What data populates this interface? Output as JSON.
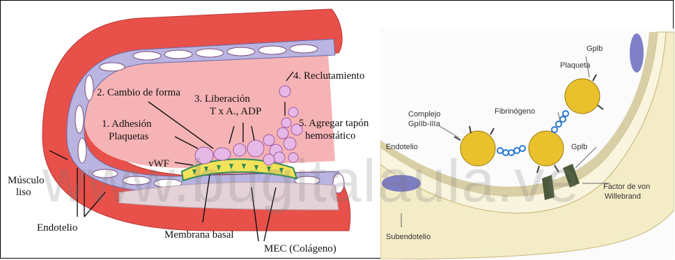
{
  "left_diagram": {
    "labels": {
      "step1_line1": "1. Adhesión",
      "step1_line2": "Plaquetas",
      "step2": "2. Cambio de forma",
      "step3_line1": "3. Liberación",
      "step3_line2": "T x A., ADP",
      "step4": "4. Reclutamiento",
      "step5_line1": "5. Agregar tapón",
      "step5_line2": "hemostático",
      "vwf": "vWF",
      "musculo_line1": "Músculo",
      "musculo_line2": "liso",
      "endotelio": "Endotelio",
      "membrana": "Membrana basal",
      "mec": "MEC (Colágeno)"
    }
  },
  "right_diagram": {
    "labels": {
      "plaqueta": "Plaqueta",
      "gplb_top": "Gplb",
      "complejo_line1": "Complejo",
      "complejo_line2": "GpIIb-IIIa",
      "fibrinogeno": "Fibrinógeno",
      "endotelio": "Endotelio",
      "gplb_mid": "Gplb",
      "factor_line1": "Factor de von",
      "factor_line2": "Willebrand",
      "subendotelio": "Subendotelio"
    }
  },
  "watermark": "www.bugitalaula.ve",
  "colors": {
    "muscle": "#e8504a",
    "lumen": "#f6b3b5",
    "endothelium": "#b9b4e0",
    "platelet": "#e6b8e6",
    "platelet_yellow": "#e9c12c",
    "subendo": "#f3ecc7"
  }
}
